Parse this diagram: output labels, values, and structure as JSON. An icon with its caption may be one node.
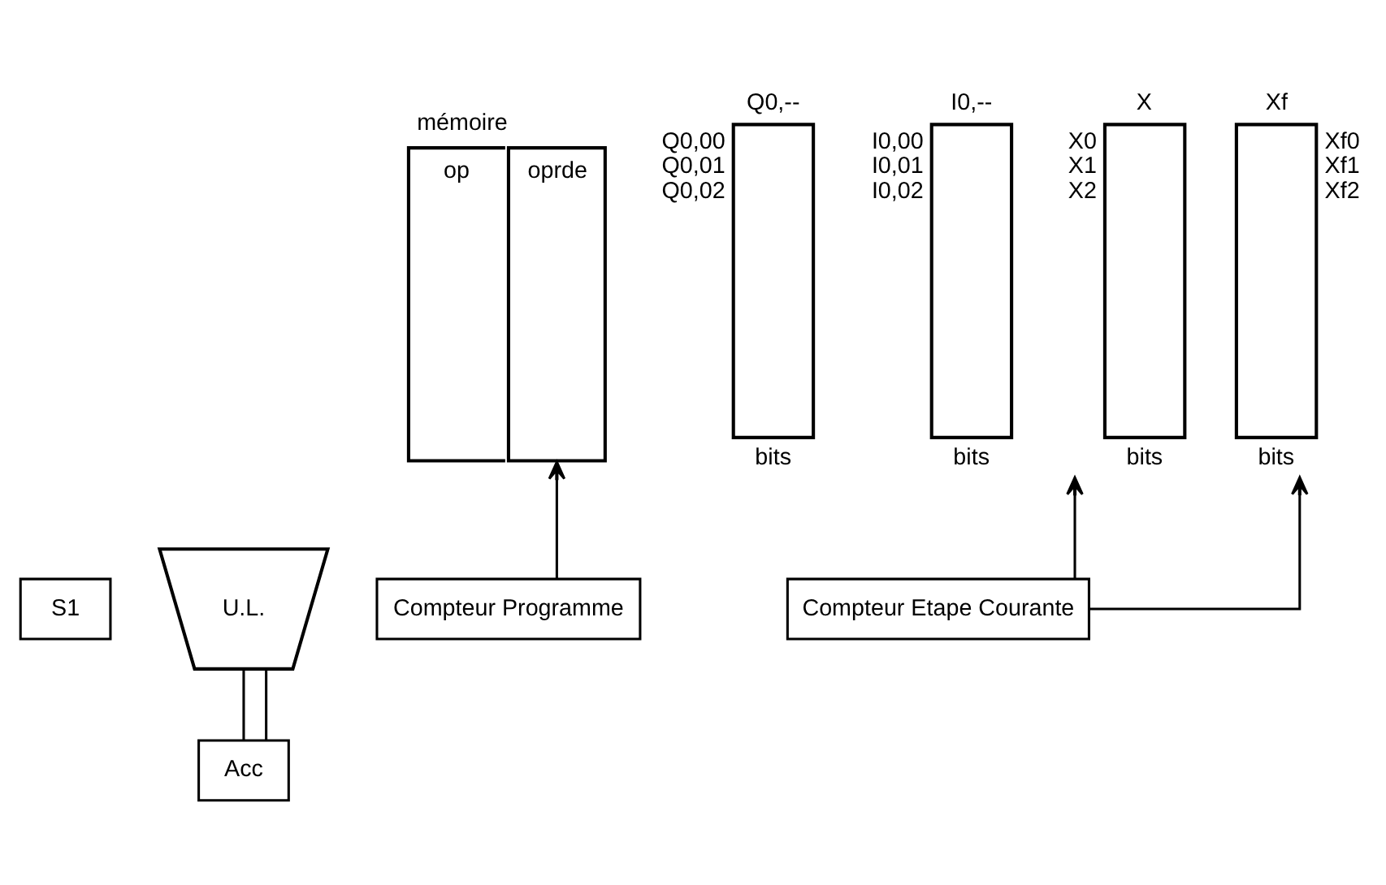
{
  "diagram": {
    "nodes": [
      {
        "text": [
          "mémoire",
          "op",
          "oprde"
        ]
      },
      {
        "text": [
          "Q0,--"
        ],
        "beside": [
          "Q0,00",
          "Q0,01",
          "Q0,02",
          "bits"
        ]
      },
      {
        "text": [
          "I0,--"
        ],
        "beside": [
          "I0,00",
          "I0,01",
          "I0,02",
          "bits"
        ]
      },
      {
        "text": [
          "X"
        ],
        "beside": [
          "X0",
          "X1",
          "X2",
          "bits"
        ]
      },
      {
        "text": [
          "Xf"
        ],
        "beside": [
          "Xf0",
          "Xf1",
          "Xf2",
          "bits"
        ]
      },
      {
        "text": [
          "S1"
        ]
      },
      {
        "text": [
          "U.L."
        ]
      },
      {
        "text": [
          "Compteur Programme"
        ]
      },
      {
        "text": [
          "Acc"
        ]
      },
      {
        "text": [
          "Compteur Etape Courante"
        ]
      }
    ],
    "edges": [
      {
        "from": 7,
        "to": 0,
        "arrow": "to"
      },
      {
        "from": 9,
        "to": 3,
        "arrow": "to"
      },
      {
        "from": 9,
        "to": 4,
        "arrow": "to"
      },
      {
        "from": 6,
        "to": 8,
        "arrow": "none"
      },
      {
        "from": 8,
        "to": 6,
        "arrow": "none"
      }
    ]
  }
}
